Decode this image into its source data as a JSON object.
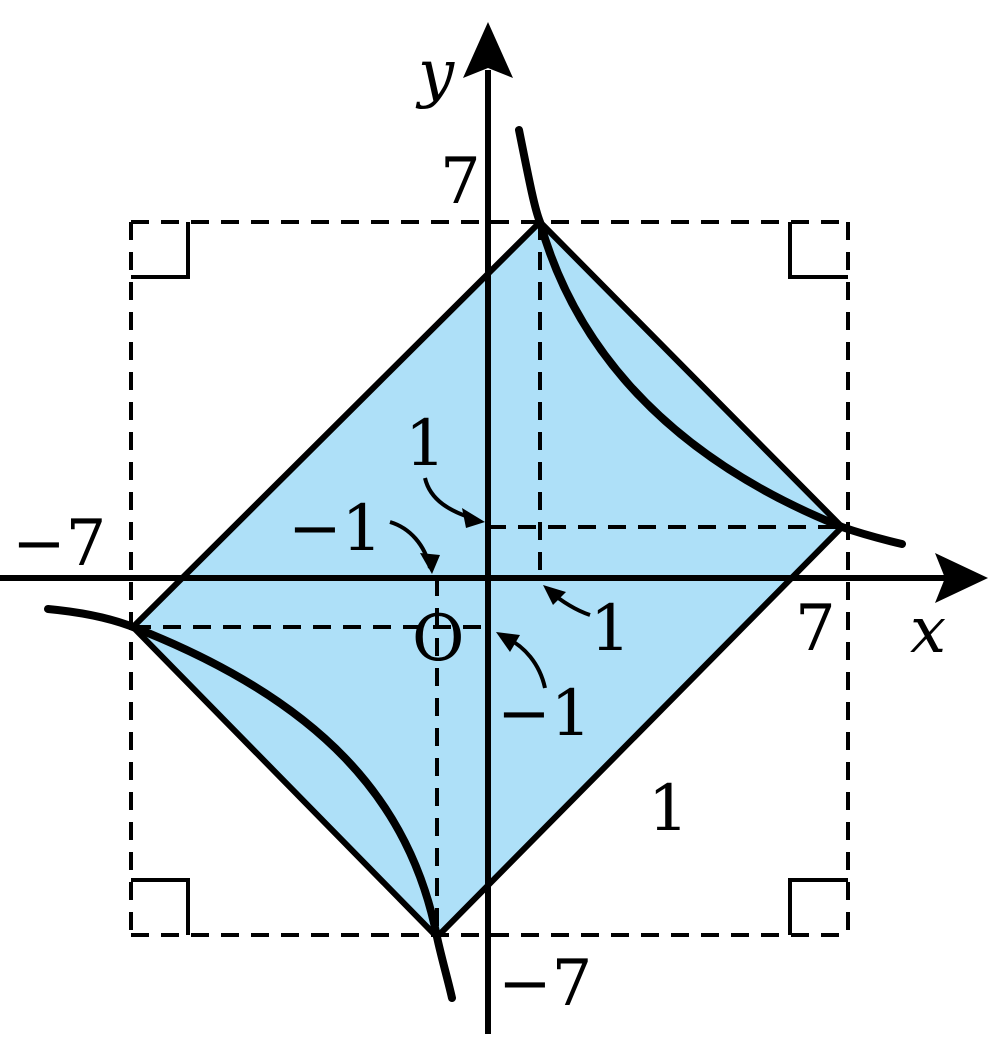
{
  "colors": {
    "fill": "#aee0f8",
    "stroke": "#000000",
    "background": "#ffffff"
  },
  "axes": {
    "x_label": "x",
    "y_label": "y",
    "origin_label": "O"
  },
  "labels": {
    "y_tick_7": "7",
    "x_tick_7": "7",
    "x_tick_neg7": "−7",
    "y_tick_neg7": "−7",
    "y_tick_1": "1",
    "x_tick_neg1": "−1",
    "x_tick_1": "1",
    "y_tick_neg1": "−1",
    "region_label": "1"
  },
  "figure": {
    "region_vertices": [
      [
        1,
        7
      ],
      [
        7,
        1
      ],
      [
        -1,
        -7
      ],
      [
        -7,
        -1
      ]
    ],
    "hyperbola": "xy = 7",
    "dashed_square": {
      "x_range": [
        -7,
        7
      ],
      "y_range": [
        -7,
        7
      ]
    }
  }
}
